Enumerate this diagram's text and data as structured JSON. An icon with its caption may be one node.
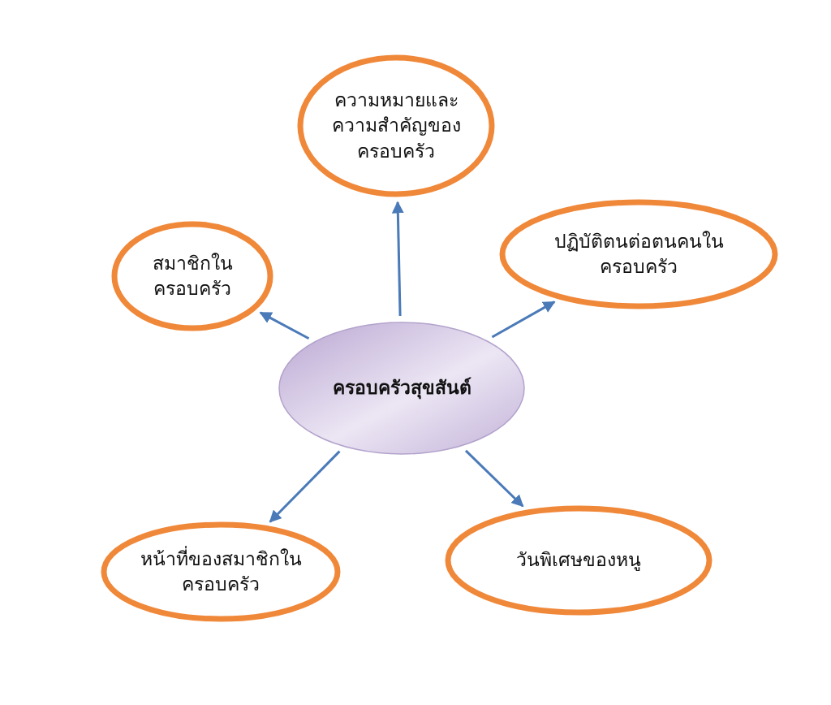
{
  "diagram": {
    "nodes": [
      {
        "text": [
          "ครอบครัวสุขสันต์"
        ]
      },
      {
        "text": [
          "ความหมายและความสำคัญของครอบครัว"
        ]
      },
      {
        "text": [
          "สมาชิกในครอบครัว"
        ]
      },
      {
        "text": [
          "ปฏิบัติตนต่อตนคนในครอบครัว"
        ]
      },
      {
        "text": [
          "หน้าที่ของสมาชิกในครอบครัว"
        ]
      },
      {
        "text": [
          "วันพิเศษของหนู"
        ]
      }
    ],
    "edges": [
      {
        "from": 0,
        "to": 1,
        "arrow": "to"
      },
      {
        "from": 0,
        "to": 2,
        "arrow": "to"
      },
      {
        "from": 0,
        "to": 3,
        "arrow": "to"
      },
      {
        "from": 0,
        "to": 4,
        "arrow": "to"
      },
      {
        "from": 0,
        "to": 5,
        "arrow": "to"
      }
    ]
  }
}
